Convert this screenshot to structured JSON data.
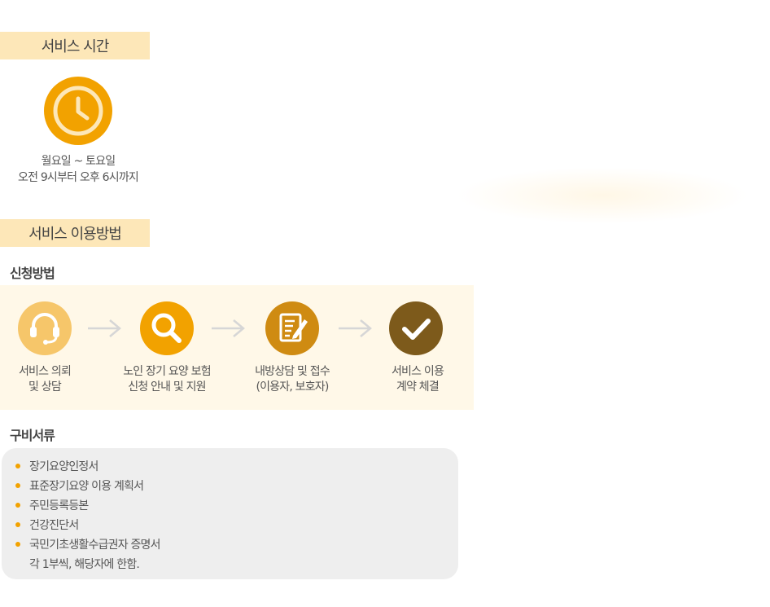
{
  "service_time": {
    "header": "서비스 시간",
    "days": "월요일 ~ 토요일",
    "hours": "오전 9시부터 오후 6시까지",
    "icon": "clock-icon"
  },
  "usage": {
    "header": "서비스 이용방법",
    "apply_title": "신청방법",
    "steps": [
      {
        "line1": "서비스 의뢰",
        "line2": "및 상담",
        "icon": "headset-icon",
        "color": "#f6c66a"
      },
      {
        "line1": "노인  장기 요양 보험",
        "line2": "신청 안내 및 지원",
        "icon": "search-icon",
        "color": "#f2a200"
      },
      {
        "line1": "내방상담 및 접수",
        "line2": "(이용자, 보호자)",
        "icon": "document-edit-icon",
        "color": "#cf8b12"
      },
      {
        "line1": "서비스 이용",
        "line2": "계약 체결",
        "icon": "check-icon",
        "color": "#7d5a1b"
      }
    ]
  },
  "documents": {
    "title": "구비서류",
    "items": [
      "장기요양인정서",
      "표준장기요양 이용 계획서",
      "주민등록등본",
      "건강진단서",
      "국민기초생활수급권자 증명서"
    ],
    "note": "각 1부씩, 해당자에 한함."
  },
  "colors": {
    "accent": "#f2a200",
    "header_bg": "#fde7b8",
    "panel_bg": "#fff8e8",
    "docs_bg": "#eeeeee"
  }
}
